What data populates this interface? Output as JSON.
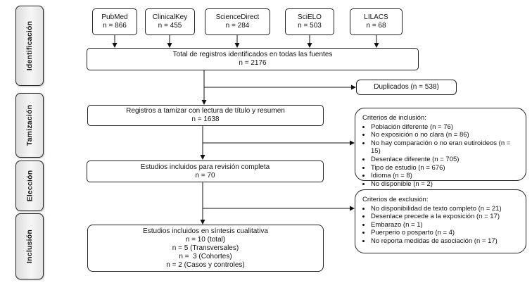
{
  "stages": [
    "Identificación",
    "Tamización",
    "Elección",
    "Inclusión"
  ],
  "sources": [
    {
      "name": "PubMed",
      "count": "n = 866"
    },
    {
      "name": "ClinicalKey",
      "count": "n = 455"
    },
    {
      "name": "ScienceDirect",
      "count": "n = 284"
    },
    {
      "name": "SciELO",
      "count": "n = 503"
    },
    {
      "name": "LILACS",
      "count": "n = 68"
    }
  ],
  "total": {
    "text": "Total de registros identificados en todas las fuentes",
    "count": "n = 2176"
  },
  "duplicates": {
    "text": "Duplicados (n = 538)"
  },
  "screening": {
    "text": "Registros a tamizar con lectura de título y resumen",
    "count": "n = 1638"
  },
  "inclusion_criteria": {
    "title": "Criterios de inclusión:",
    "items": [
      "Población diferente (n = 76)",
      "No exposición o no clara (n = 86)",
      "No hay comparación o no eran eutiroideos (n = 15)",
      "Desenlace diferente (n = 705)",
      "Tipo de estudio (n = 676)",
      "Idioma (n = 8)",
      "No disponible (n = 2)"
    ]
  },
  "eligibility": {
    "text": "Estudios incluidos para revisión completa",
    "count": "n = 70"
  },
  "exclusion_criteria": {
    "title": "Criterios de exclusión:",
    "items": [
      "No disponibilidad de texto completo (n = 21)",
      "Desenlace precede a la exposición (n = 17)",
      "Embarazo (n = 1)",
      "Puerperio o posparto (n = 4)",
      "No reporta medidas de asociación (n = 17)"
    ]
  },
  "included": {
    "text": "Estudios incluidos en síntesis cualitativa",
    "lines": [
      "n = 10 (total)",
      "n = 5 (Transversales)",
      "n =  3 (Cohortes)",
      "n = 2 (Casos y controles)"
    ]
  }
}
